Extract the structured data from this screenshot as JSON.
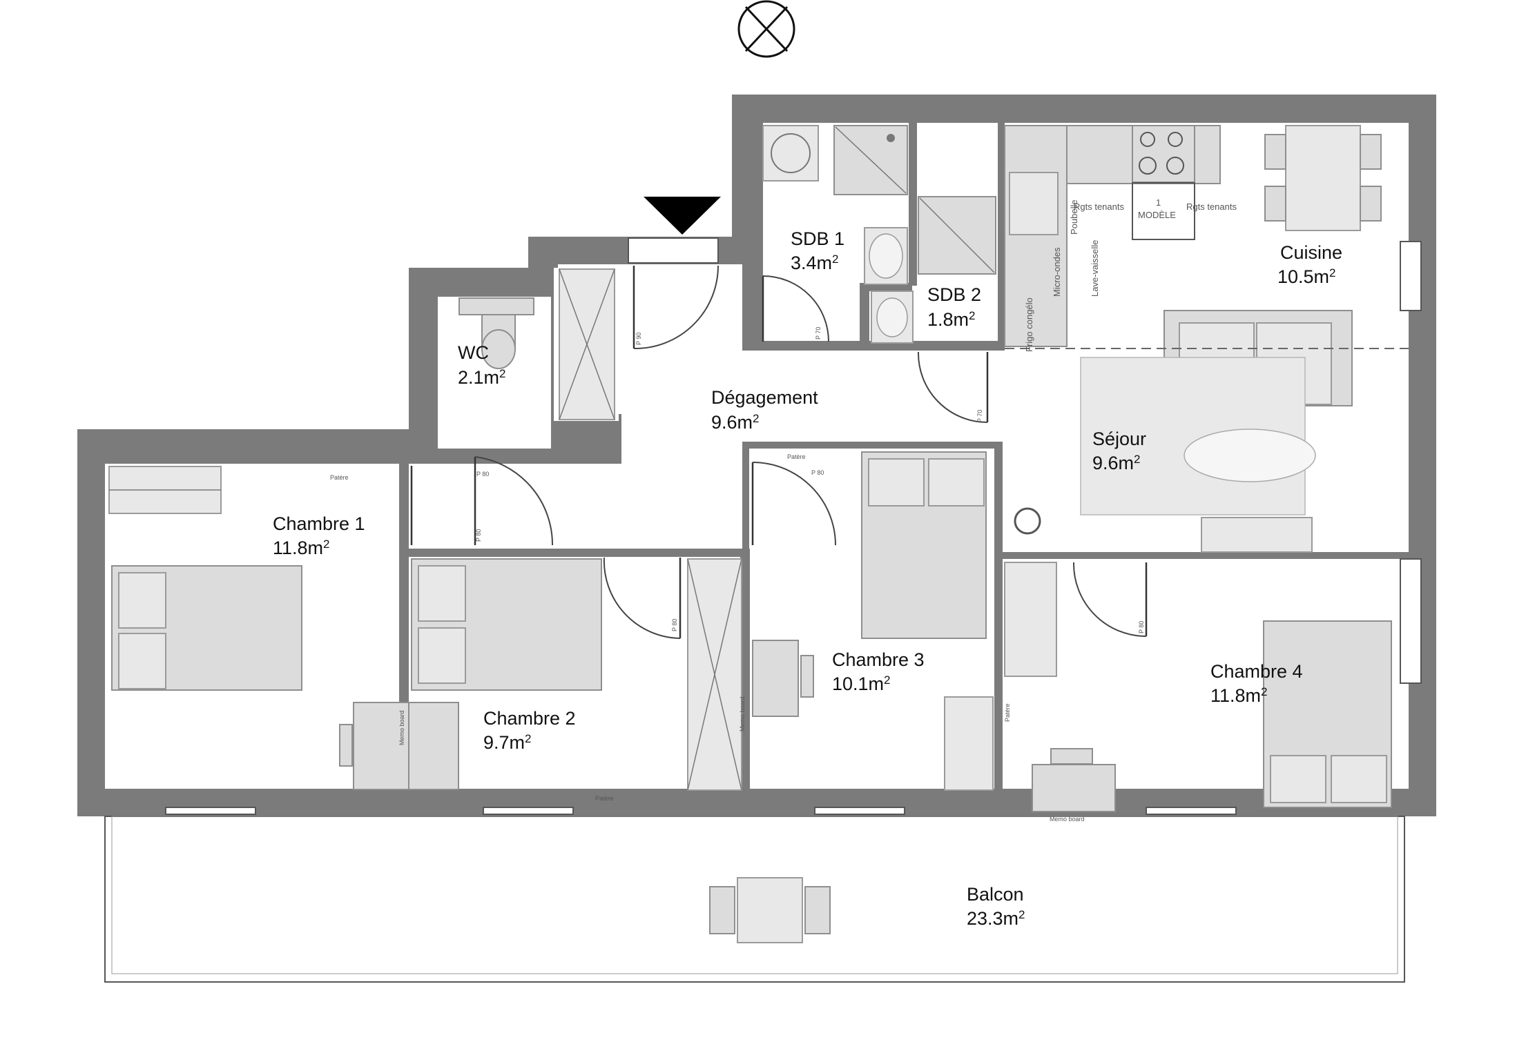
{
  "rooms": {
    "wc": {
      "name": "WC",
      "area": "2.1m",
      "exp": "2"
    },
    "sdb1": {
      "name": "SDB 1",
      "area": "3.4m",
      "exp": "2"
    },
    "sdb2": {
      "name": "SDB 2",
      "area": "1.8m",
      "exp": "2"
    },
    "cuisine": {
      "name": "Cuisine",
      "area": "10.5m",
      "exp": "2"
    },
    "degagement": {
      "name": "Dégagement",
      "area": "9.6m",
      "exp": "2"
    },
    "sejour": {
      "name": "Séjour",
      "area": "9.6m",
      "exp": "2"
    },
    "chambre1": {
      "name": "Chambre 1",
      "area": "11.8m",
      "exp": "2"
    },
    "chambre2": {
      "name": "Chambre 2",
      "area": "9.7m",
      "exp": "2"
    },
    "chambre3": {
      "name": "Chambre 3",
      "area": "10.1m",
      "exp": "2"
    },
    "chambre4": {
      "name": "Chambre 4",
      "area": "11.8m",
      "exp": "2"
    },
    "balcon": {
      "name": "Balcon",
      "area": "23.3m",
      "exp": "2"
    }
  },
  "kitchen_labels": {
    "rgts_tenants_left": "Rgts tenants",
    "rgts_tenants_right": "Rgts tenants",
    "modele_number": "1",
    "modele": "MODÈLE",
    "poubelle": "Poubelle",
    "micro_ondes": "Micro-ondes",
    "lave_vaisselle": "Lave-vaisselle",
    "frigo": "Frigo congélo"
  },
  "door_labels": {
    "entry": "P 90",
    "sdb1": "P 70",
    "sdb2": "P 70",
    "wc": "P 80",
    "ch1": "P 80",
    "ch2": "P 80",
    "ch3": "P 80",
    "ch4": "P 80"
  },
  "furniture_labels": {
    "patere1": "Patère",
    "patere2": "Patère",
    "patere3": "Patère",
    "patere4": "Patère",
    "memo_board1": "Memo board",
    "memo_board2": "Memo board",
    "memo_board3": "Memo board"
  },
  "icons": {
    "north": "north-compass-icon",
    "entrance": "entrance-arrow-icon"
  },
  "colors": {
    "wall": "#7b7b7b",
    "furniture": "#dcdcdc",
    "background": "#ffffff"
  }
}
